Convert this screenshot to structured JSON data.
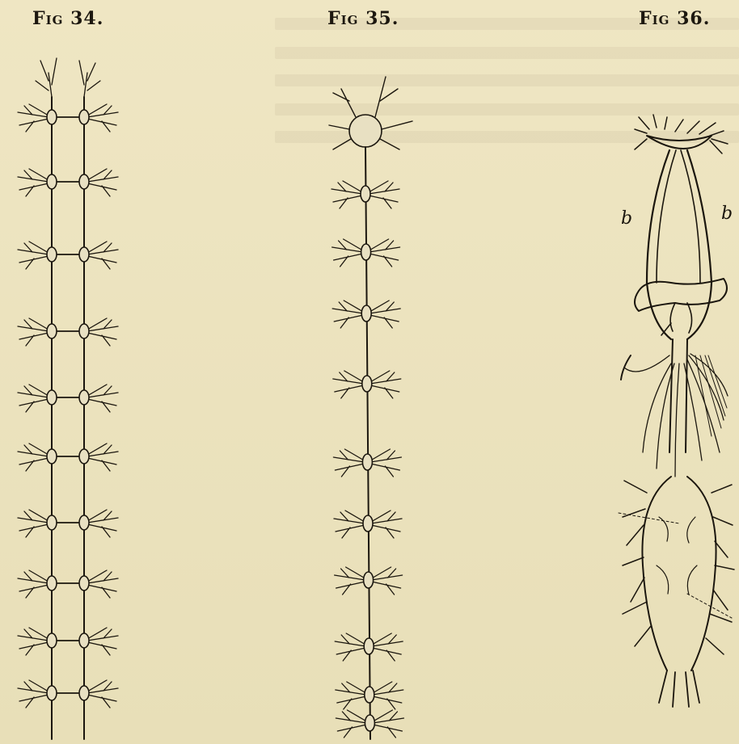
{
  "figures": [
    {
      "id": "fig34",
      "fig_prefix": "F",
      "fig_small": "IG",
      "fig_number": "34."
    },
    {
      "id": "fig35",
      "fig_prefix": "F",
      "fig_small": "IG",
      "fig_number": "35."
    },
    {
      "id": "fig36",
      "fig_prefix": "F",
      "fig_small": "IG",
      "fig_number": "36."
    }
  ],
  "fig36_labels": {
    "left_b": "b",
    "right_b": "b"
  },
  "colors": {
    "paper": "#ede4bf",
    "ink": "#1b160e"
  }
}
